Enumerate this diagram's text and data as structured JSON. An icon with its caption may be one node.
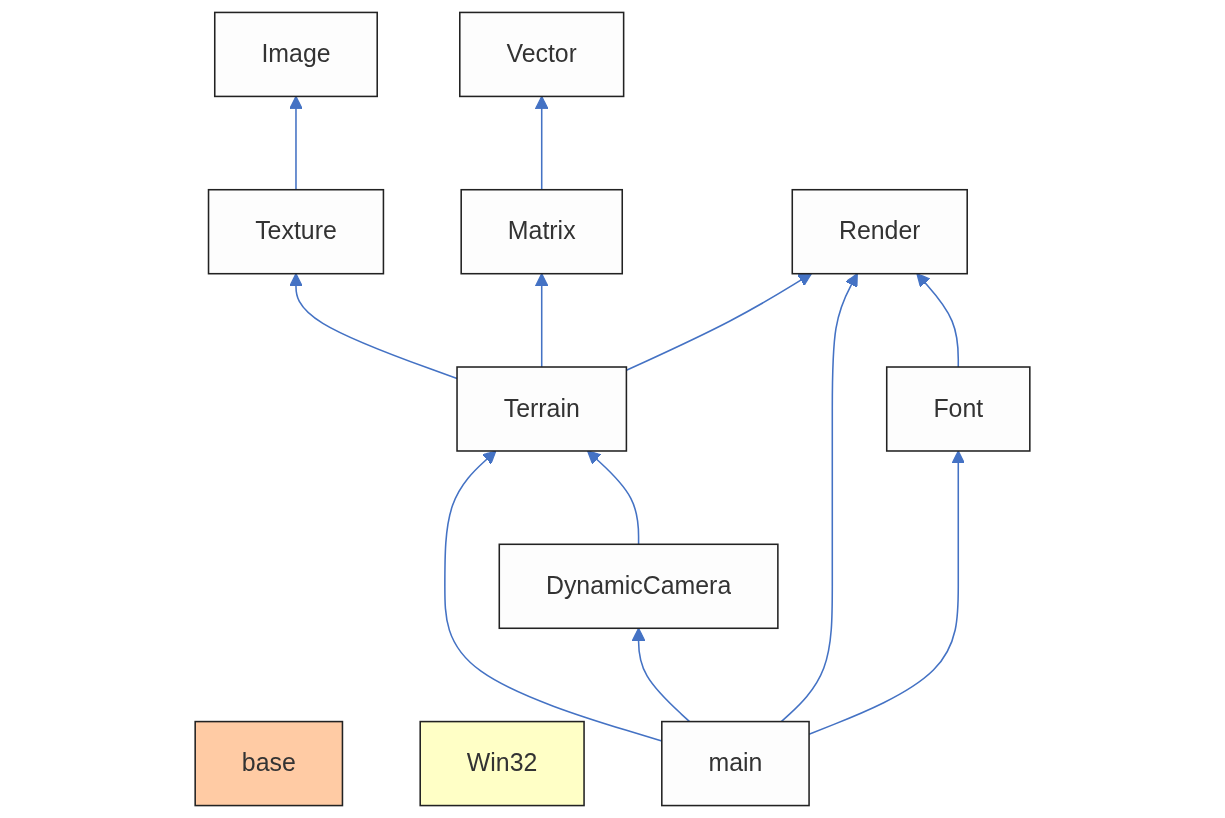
{
  "diagram": {
    "nodes": [
      {
        "text": [
          "base"
        ]
      },
      {
        "text": [
          "Win32"
        ]
      },
      {
        "text": [
          "Image"
        ]
      },
      {
        "text": [
          "Vector"
        ]
      },
      {
        "text": [
          "Texture"
        ]
      },
      {
        "text": [
          "Matrix"
        ]
      },
      {
        "text": [
          "Render"
        ]
      },
      {
        "text": [
          "Terrain"
        ]
      },
      {
        "text": [
          "DynamicCamera"
        ]
      },
      {
        "text": [
          "Font"
        ]
      },
      {
        "text": [
          "main"
        ]
      }
    ],
    "edges": [
      {
        "from": 4,
        "to": 2,
        "arrow": "to"
      },
      {
        "from": 5,
        "to": 3,
        "arrow": "to"
      },
      {
        "from": 9,
        "to": 6,
        "arrow": "to"
      },
      {
        "from": 10,
        "to": 6,
        "arrow": "to"
      },
      {
        "from": 7,
        "to": 6,
        "arrow": "to"
      },
      {
        "from": 7,
        "to": 4,
        "arrow": "to"
      },
      {
        "from": 7,
        "to": 5,
        "arrow": "to"
      },
      {
        "from": 8,
        "to": 7,
        "arrow": "to"
      },
      {
        "from": 10,
        "to": 7,
        "arrow": "to"
      },
      {
        "from": 10,
        "to": 9,
        "arrow": "to"
      },
      {
        "from": 10,
        "to": 8,
        "arrow": "to"
      }
    ]
  }
}
